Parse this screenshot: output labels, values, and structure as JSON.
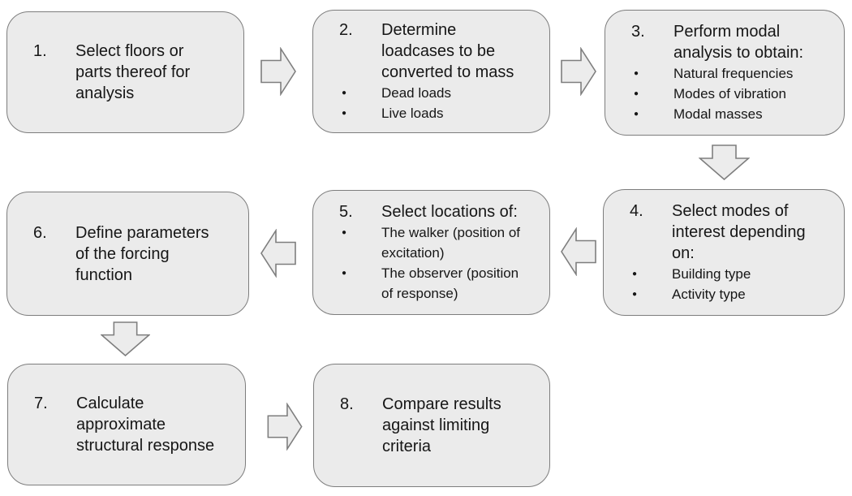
{
  "diagram": {
    "type": "flowchart",
    "bullet_char": "●",
    "colors": {
      "background": "#ffffff",
      "box_fill": "#ebebeb",
      "box_border": "#7d7d7d",
      "arrow_fill": "#ececec",
      "arrow_border": "#7e7e7e",
      "text": "#161616"
    },
    "boxes": [
      {
        "number": "1.",
        "title": "Select floors or parts thereof for analysis",
        "bullets": []
      },
      {
        "number": "2.",
        "title": "Determine loadcases to be converted to mass",
        "bullets": [
          "Dead loads",
          "Live loads"
        ]
      },
      {
        "number": "3.",
        "title": "Perform modal analysis to obtain:",
        "bullets": [
          "Natural frequencies",
          "Modes of vibration",
          "Modal masses"
        ]
      },
      {
        "number": "4.",
        "title": "Select modes of interest depending on:",
        "bullets": [
          "Building type",
          "Activity type"
        ]
      },
      {
        "number": "5.",
        "title": "Select locations of:",
        "bullets": [
          "The walker (position of excitation)",
          "The observer (position of response)"
        ]
      },
      {
        "number": "6.",
        "title": "Define parameters of the forcing function",
        "bullets": []
      },
      {
        "number": "7.",
        "title": "Calculate approximate structural response",
        "bullets": []
      },
      {
        "number": "8.",
        "title": "Compare results against limiting criteria",
        "bullets": []
      }
    ],
    "arrows": [
      {
        "from": 1,
        "to": 2,
        "direction": "right"
      },
      {
        "from": 2,
        "to": 3,
        "direction": "right"
      },
      {
        "from": 3,
        "to": 4,
        "direction": "down"
      },
      {
        "from": 4,
        "to": 5,
        "direction": "left"
      },
      {
        "from": 5,
        "to": 6,
        "direction": "left"
      },
      {
        "from": 6,
        "to": 7,
        "direction": "down"
      },
      {
        "from": 7,
        "to": 8,
        "direction": "right"
      }
    ]
  }
}
